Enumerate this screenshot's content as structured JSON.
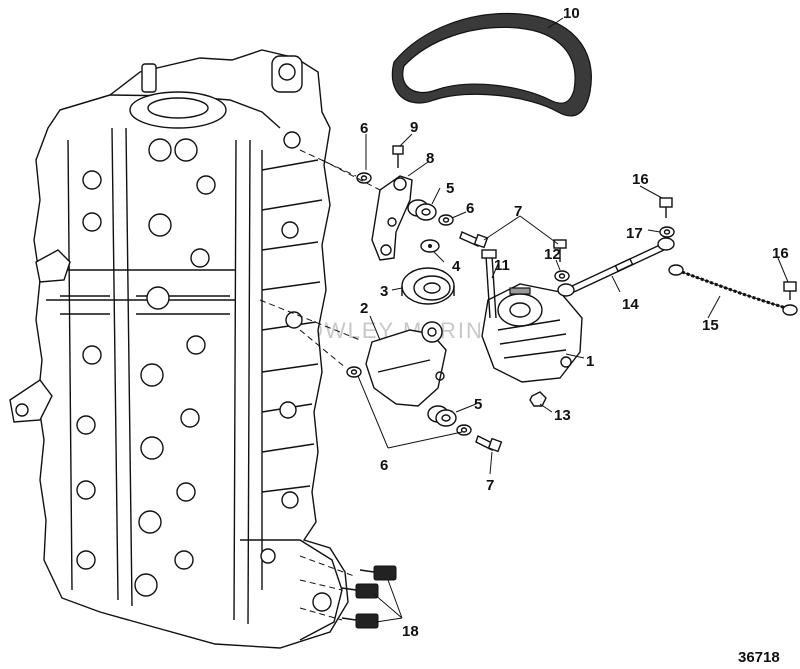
{
  "diagram_id": "36718",
  "watermark": "CROWLEY MARINE",
  "callouts": {
    "c1": "1",
    "c2": "2",
    "c3": "3",
    "c4": "4",
    "c5a": "5",
    "c5b": "5",
    "c6a": "6",
    "c6b": "6",
    "c6c": "6",
    "c7a": "7",
    "c7b": "7",
    "c8": "8",
    "c9": "9",
    "c10": "10",
    "c11": "11",
    "c12": "12",
    "c13": "13",
    "c14": "14",
    "c15": "15",
    "c16a": "16",
    "c16b": "16",
    "c17": "17",
    "c18": "18"
  }
}
